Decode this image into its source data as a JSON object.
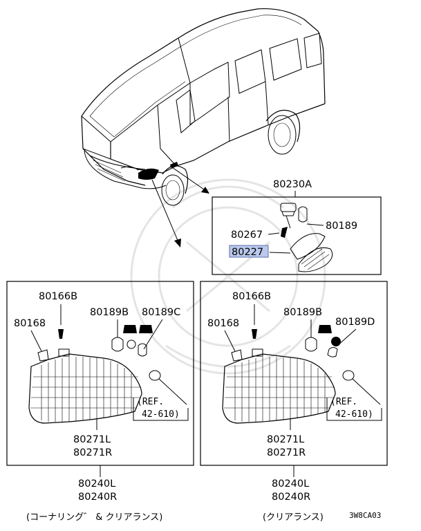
{
  "diagram": {
    "top_assembly": {
      "part_number": "80230A",
      "parts": [
        {
          "id": "80189",
          "label": "80189"
        },
        {
          "id": "80267",
          "label": "80267"
        },
        {
          "id": "80227",
          "label": "80227",
          "highlighted": true
        }
      ]
    },
    "left_panel": {
      "labels": {
        "p80166b": "80166B",
        "p80168": "80168",
        "p80189b": "80189B",
        "p80189c": "80189C",
        "ref_line1": "(REF.",
        "ref_line2": "42-610)",
        "p80271l": "80271L",
        "p80271r": "80271R"
      },
      "assembly_l": "80240L",
      "assembly_r": "80240R",
      "caption": "(コーナリング゛ & クリアランス)"
    },
    "right_panel": {
      "labels": {
        "p80166b": "80166B",
        "p80168": "80168",
        "p80189b": "80189B",
        "p80189d": "80189D",
        "ref_line1": "(REF.",
        "ref_line2": "42-610)",
        "p80271l": "80271L",
        "p80271r": "80271R"
      },
      "assembly_l": "80240L",
      "assembly_r": "80240R",
      "caption": "(クリアランス)"
    },
    "figure_code": "3W8CA03",
    "highlight_color": "#b9c8ec"
  }
}
